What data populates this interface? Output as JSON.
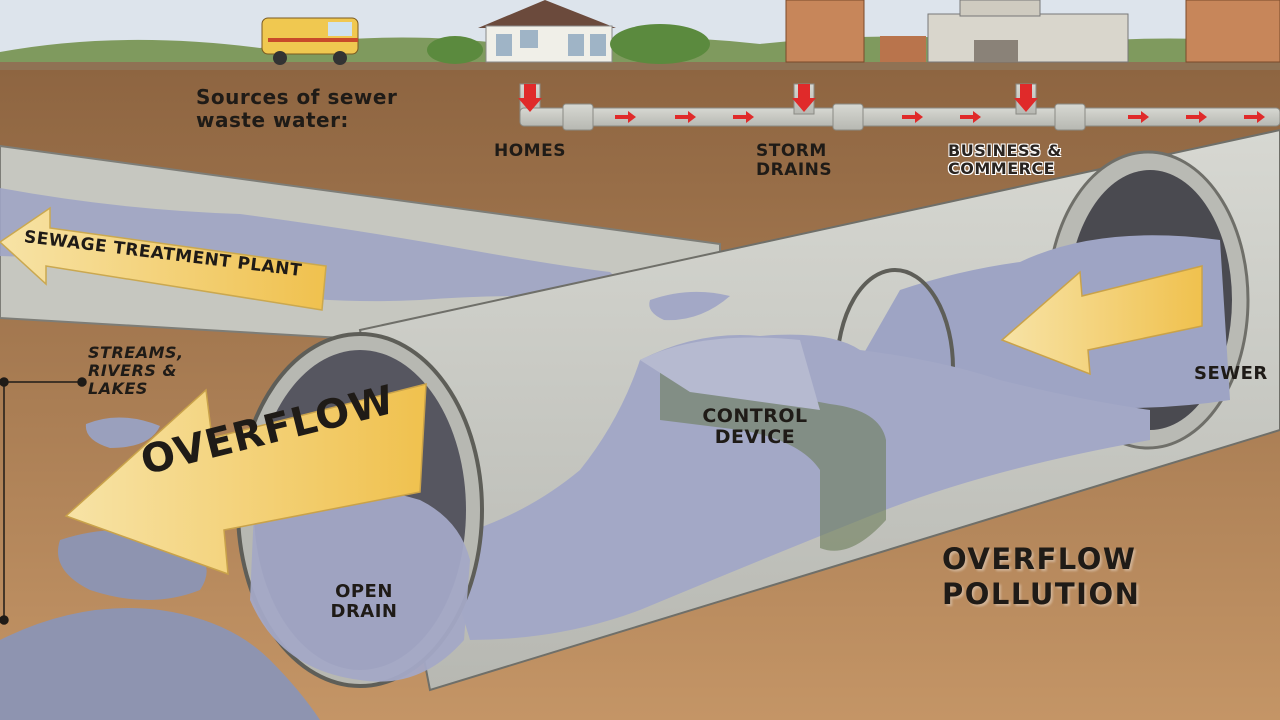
{
  "diagram": {
    "sources_label": "Sources of sewer waste water:",
    "sources": [
      "HOMES",
      "STORM DRAINS",
      "BUSINESS & COMMERCE"
    ],
    "sewage_plant_label": "SEWAGE TREATMENT PLANT",
    "receiving_waters_label": "STREAMS, RIVERS & LAKES",
    "overflow_arrow_label": "OVERFLOW",
    "control_device_label": "CONTROL DEVICE",
    "sewer_label": "SEWER",
    "open_drain_label": "OPEN DRAIN",
    "pollution_label": "OVERFLOW POLLUTION"
  },
  "colors": {
    "sky": "#dfe6ee",
    "ground": "#b98a5c",
    "pipe": "#c9cac4",
    "water": "#9ea4c4",
    "arrow": "#f6d77a",
    "flow_arrow": "#e02a2a"
  }
}
